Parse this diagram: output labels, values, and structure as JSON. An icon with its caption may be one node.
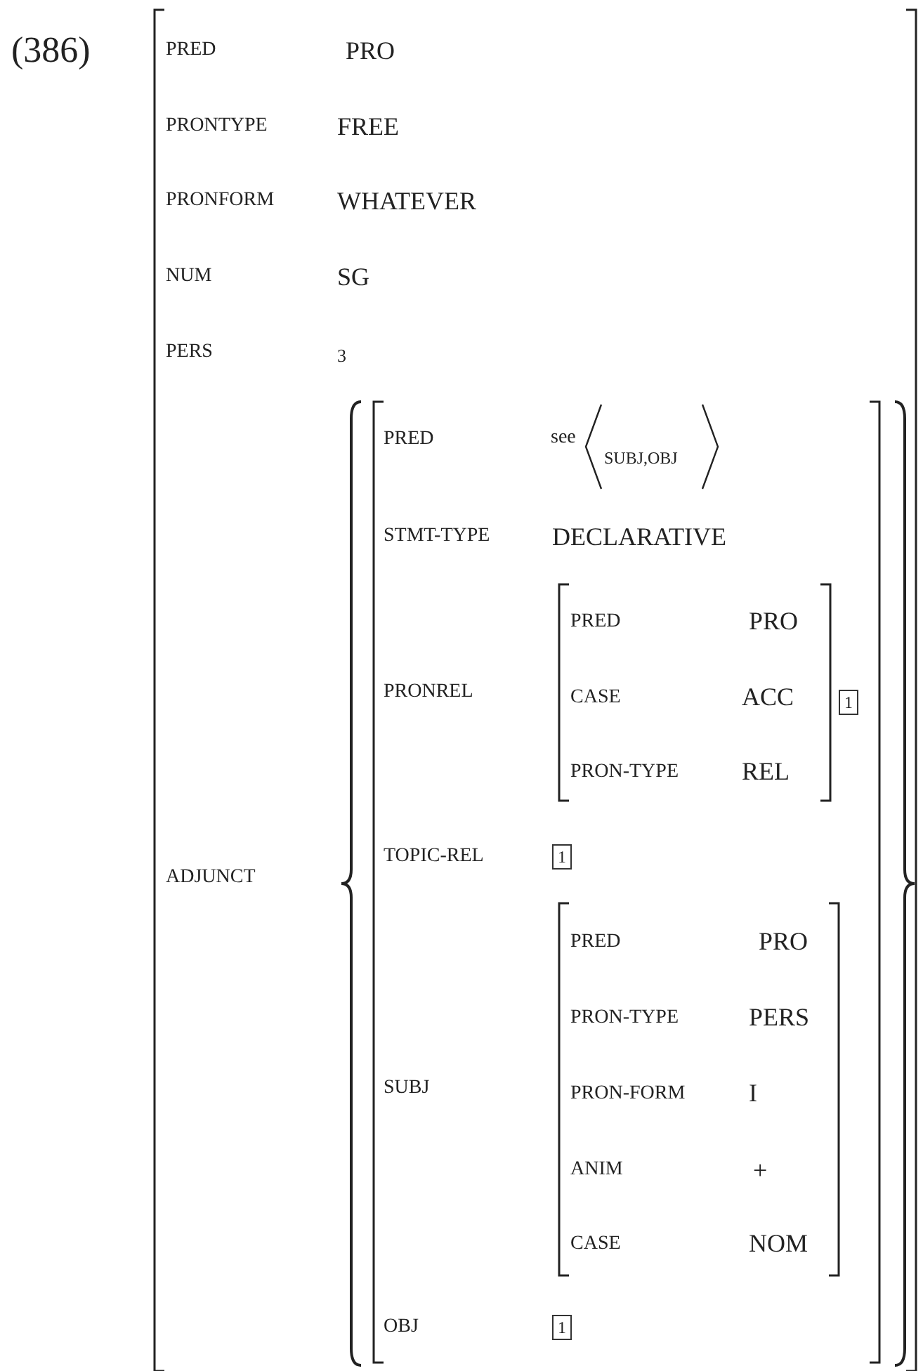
{
  "diagram": {
    "nodes": [
      {
        "text": [
          "1"
        ]
      },
      {
        "text": [
          "1"
        ]
      },
      {
        "text": [
          "1"
        ]
      }
    ],
    "labels": [
      "(386)",
      "PRED",
      "PRO",
      "PRONTYPE",
      "FREE",
      "PRONFORM",
      "WHATEVER",
      "NUM",
      "SG",
      "PERS",
      "3",
      "ADJUNCT",
      "PRED",
      "see",
      "SUBJ,OBJ",
      "STMT-TYPE",
      "DECLARATIVE",
      "PRONREL",
      "PRED",
      "PRO",
      "CASE",
      "ACC",
      "PRON-TYPE",
      "REL",
      "TOPIC-REL",
      "SUBJ",
      "PRED",
      "PRO",
      "PRON-TYPE",
      "PERS",
      "PRON-FORM",
      "I",
      "ANIM",
      "+",
      "CASE",
      "NOM",
      "OBJ"
    ]
  }
}
